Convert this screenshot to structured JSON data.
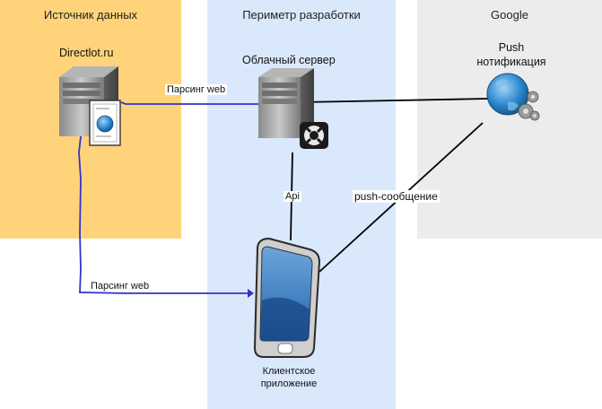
{
  "zones": {
    "source": {
      "title": "Источник данных",
      "color": "#ffd37a"
    },
    "dev": {
      "title": "Периметр разработки",
      "color": "#dae8fc"
    },
    "google": {
      "title": "Google",
      "color": "#ececec"
    }
  },
  "nodes": {
    "source_server": {
      "label": "Directlot.ru",
      "icon": "web-server-icon"
    },
    "cloud_server": {
      "label": "Облачный сервер",
      "icon": "server-icon"
    },
    "push": {
      "label_line1": "Push",
      "label_line2": "нотификация",
      "icon": "globe-gears-icon"
    },
    "client_app": {
      "label_line1": "Клиентское",
      "label_line2": "приложение",
      "icon": "smartphone-icon"
    }
  },
  "edges": {
    "parse_web_1": {
      "label": "Парсинг web",
      "color": "#3333cc"
    },
    "parse_web_2": {
      "label": "Парсинг web",
      "color": "#3333cc"
    },
    "api": {
      "label": "Api",
      "color": "#000000"
    },
    "push_message": {
      "label": "push-сообщение",
      "color": "#000000"
    }
  }
}
